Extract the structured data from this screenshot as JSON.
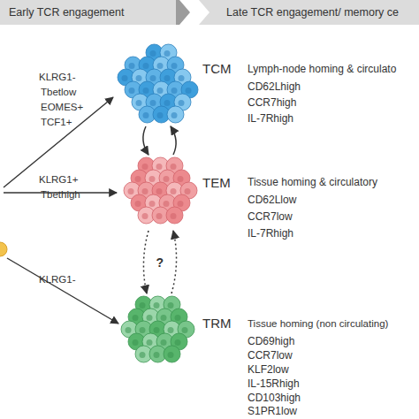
{
  "diagram": {
    "nodes": [
      {
        "text": [
          "Early TCR engagement"
        ]
      },
      {
        "text": [
          "Late TCR engagement/ memory ce"
        ]
      },
      {
        "text": [
          "TCM",
          "Lymph-node homing & circulato",
          "CD62Lhigh",
          "CCR7high",
          "IL-7Rhigh"
        ]
      },
      {
        "text": [
          "TEM",
          "Tissue homing & circulatory",
          "CD62Llow",
          "CCR7low",
          "IL-7Rhigh"
        ]
      },
      {
        "text": [
          "TRM",
          "Tissue homing (non circulating)",
          "CD69high",
          "CCR7low",
          "KLF2low",
          "IL-15Rhigh",
          "CD103high",
          "S1PR1low"
        ]
      }
    ],
    "edges": [
      {
        "from": 2,
        "to": 3,
        "arrow": "to"
      },
      {
        "from": 3,
        "to": 2,
        "arrow": "to"
      },
      {
        "from": 3,
        "to": 4,
        "arrow": "to",
        "label": "?"
      },
      {
        "from": 4,
        "to": 3,
        "arrow": "to"
      }
    ],
    "labels": [
      "KLRG1-",
      "Tbetlow",
      "EOMES+",
      "TCF1+",
      "KLRG1+",
      "Tbethigh",
      "KLRG1-"
    ]
  }
}
